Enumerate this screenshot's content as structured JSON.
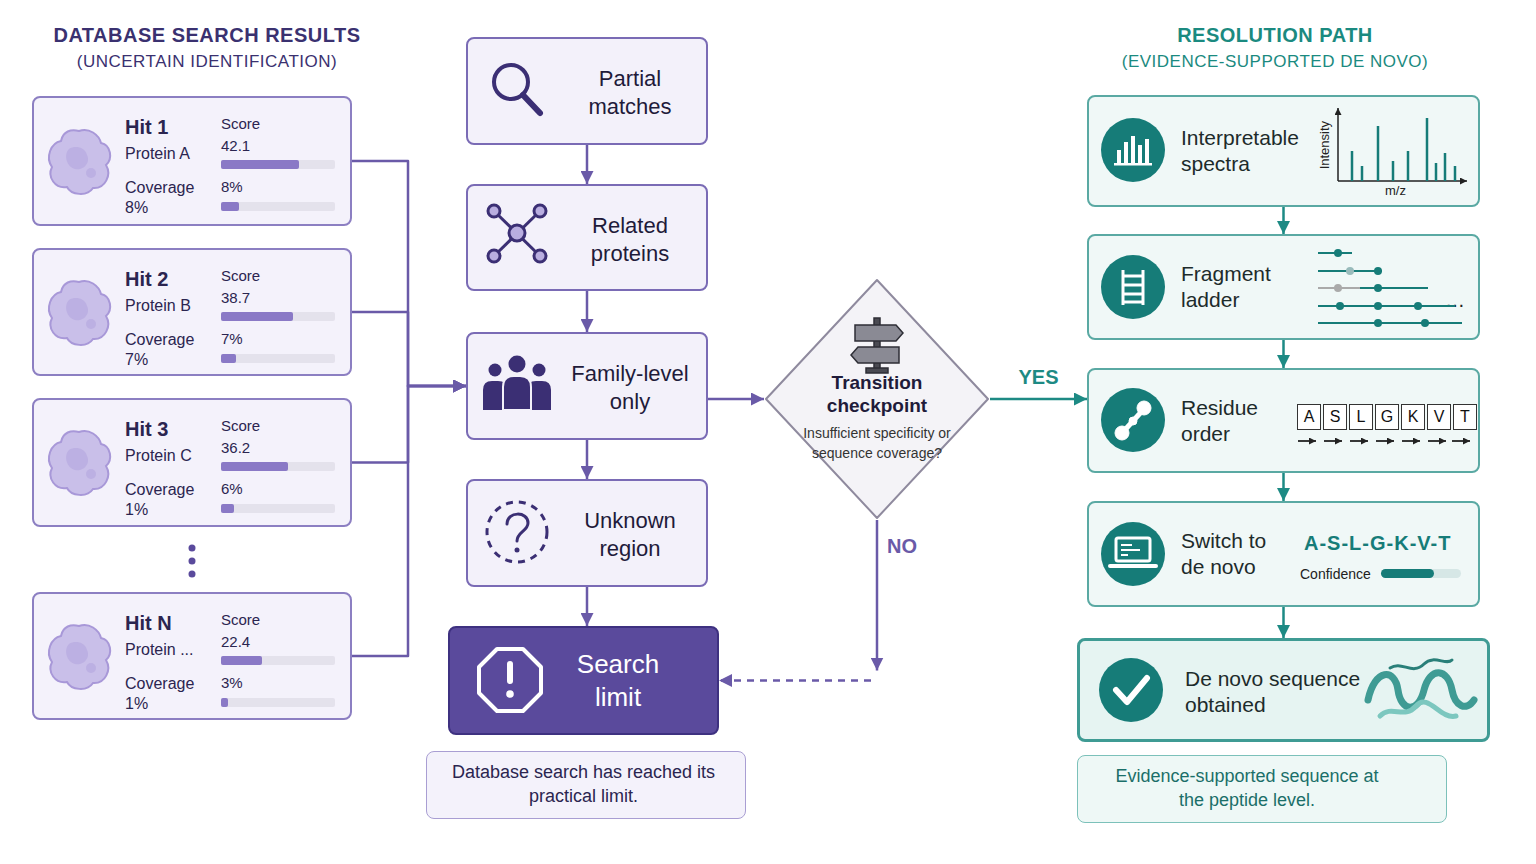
{
  "diagram": {
    "nodes": [
      {
        "text": [
          "Hit 1",
          "Protein A",
          "Coverage",
          "8%",
          "Score",
          "42.1",
          "8%"
        ]
      },
      {
        "text": [
          "Hit 2",
          "Protein B",
          "Coverage",
          "7%",
          "Score",
          "38.7",
          "7%"
        ]
      },
      {
        "text": [
          "Hit 3",
          "Protein C",
          "Coverage",
          "1%",
          "Score",
          "36.2",
          "6%"
        ]
      },
      {
        "text": [
          "Hit N",
          "Protein ...",
          "Coverage",
          "1%",
          "Score",
          "22.4",
          "3%"
        ]
      },
      {
        "text": [
          "Partial matches"
        ]
      },
      {
        "text": [
          "Related proteins"
        ]
      },
      {
        "text": [
          "Family-level only"
        ]
      },
      {
        "text": [
          "Unknown region"
        ]
      },
      {
        "text": [
          "Search limit"
        ]
      },
      {
        "text": [
          "Database search has reached its practical limit."
        ]
      },
      {
        "text": [
          "Transition checkpoint",
          "Insufficient specificity or sequence coverage?"
        ]
      },
      {
        "text": [
          "Interpretable spectra",
          "Intensity",
          "m/z"
        ]
      },
      {
        "text": [
          "Fragment ladder",
          "…"
        ]
      },
      {
        "text": [
          "Residue order",
          "A",
          "S",
          "L",
          "G",
          "K",
          "V",
          "T"
        ]
      },
      {
        "text": [
          "Switch to de novo",
          "A-S-L-G-K-V-T",
          "Confidence"
        ]
      },
      {
        "text": [
          "De novo sequence obtained"
        ]
      },
      {
        "text": [
          "Evidence-supported sequence at the peptide level."
        ]
      }
    ],
    "edges": [
      {
        "from": 0,
        "to": 6,
        "arrow": "to"
      },
      {
        "from": 1,
        "to": 6,
        "arrow": "to"
      },
      {
        "from": 2,
        "to": 6,
        "arrow": "to"
      },
      {
        "from": 3,
        "to": 6,
        "arrow": "to"
      },
      {
        "from": 4,
        "to": 5,
        "arrow": "to"
      },
      {
        "from": 5,
        "to": 6,
        "arrow": "to"
      },
      {
        "from": 6,
        "to": 7,
        "arrow": "to"
      },
      {
        "from": 7,
        "to": 8,
        "arrow": "to"
      },
      {
        "from": 6,
        "to": 10,
        "arrow": "to"
      },
      {
        "from": 10,
        "to": 13,
        "label": "YES",
        "arrow": "to"
      },
      {
        "from": 10,
        "to": 8,
        "label": "NO",
        "arrow": "to"
      },
      {
        "from": 11,
        "to": 12,
        "arrow": "to"
      },
      {
        "from": 12,
        "to": 13,
        "arrow": "to"
      },
      {
        "from": 13,
        "to": 14,
        "arrow": "to"
      },
      {
        "from": 14,
        "to": 15,
        "arrow": "to"
      }
    ],
    "labels": [
      "DATABASE SEARCH RESULTS",
      "(UNCERTAIN IDENTIFICATION)",
      "RESOLUTION PATH",
      "(EVIDENCE-SUPPORTED DE NOVO)"
    ]
  }
}
